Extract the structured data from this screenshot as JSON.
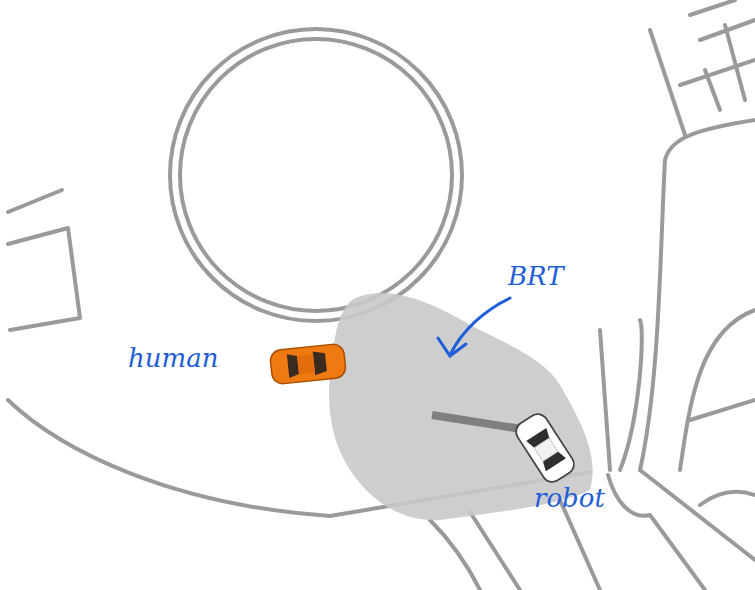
{
  "diagram": {
    "labels": [
      "BRT",
      "human",
      "robot"
    ]
  }
}
